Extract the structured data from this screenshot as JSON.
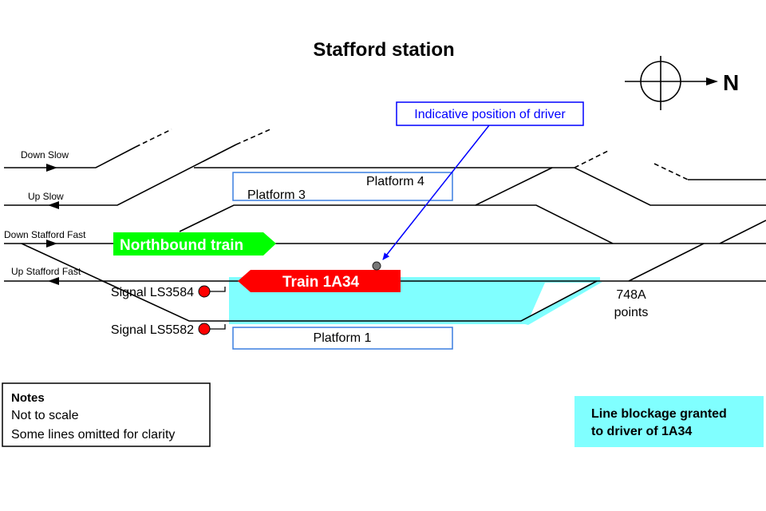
{
  "title": "Stafford station",
  "compass": {
    "label": "N",
    "icon": "north-arrow-compass-icon"
  },
  "callout": {
    "text": "Indicative position of driver",
    "color": "#0000ff"
  },
  "lines": [
    {
      "name": "Down Slow",
      "direction": "right"
    },
    {
      "name": "Up Slow",
      "direction": "left"
    },
    {
      "name": "Down Stafford Fast",
      "direction": "right"
    },
    {
      "name": "Up Stafford Fast",
      "direction": "left"
    }
  ],
  "platforms": [
    "Platform 4",
    "Platform 3",
    "Platform 1"
  ],
  "trains": {
    "northbound": {
      "label": "Northbound train",
      "color": "#00ff00"
    },
    "train_1a34": {
      "label": "Train 1A34",
      "color": "#ff0000"
    }
  },
  "signals": [
    {
      "label": "Signal LS3584",
      "color": "#ff0000"
    },
    {
      "label": "Signal LS5582",
      "color": "#ff0000"
    }
  ],
  "points": {
    "line1": "748A",
    "line2": "points"
  },
  "notes": {
    "heading": "Notes",
    "items": [
      "Not to scale",
      "Some lines omitted for clarity"
    ]
  },
  "legend": {
    "line1": "Line blockage granted",
    "line2": "to driver of 1A34",
    "color": "#80ffff"
  }
}
